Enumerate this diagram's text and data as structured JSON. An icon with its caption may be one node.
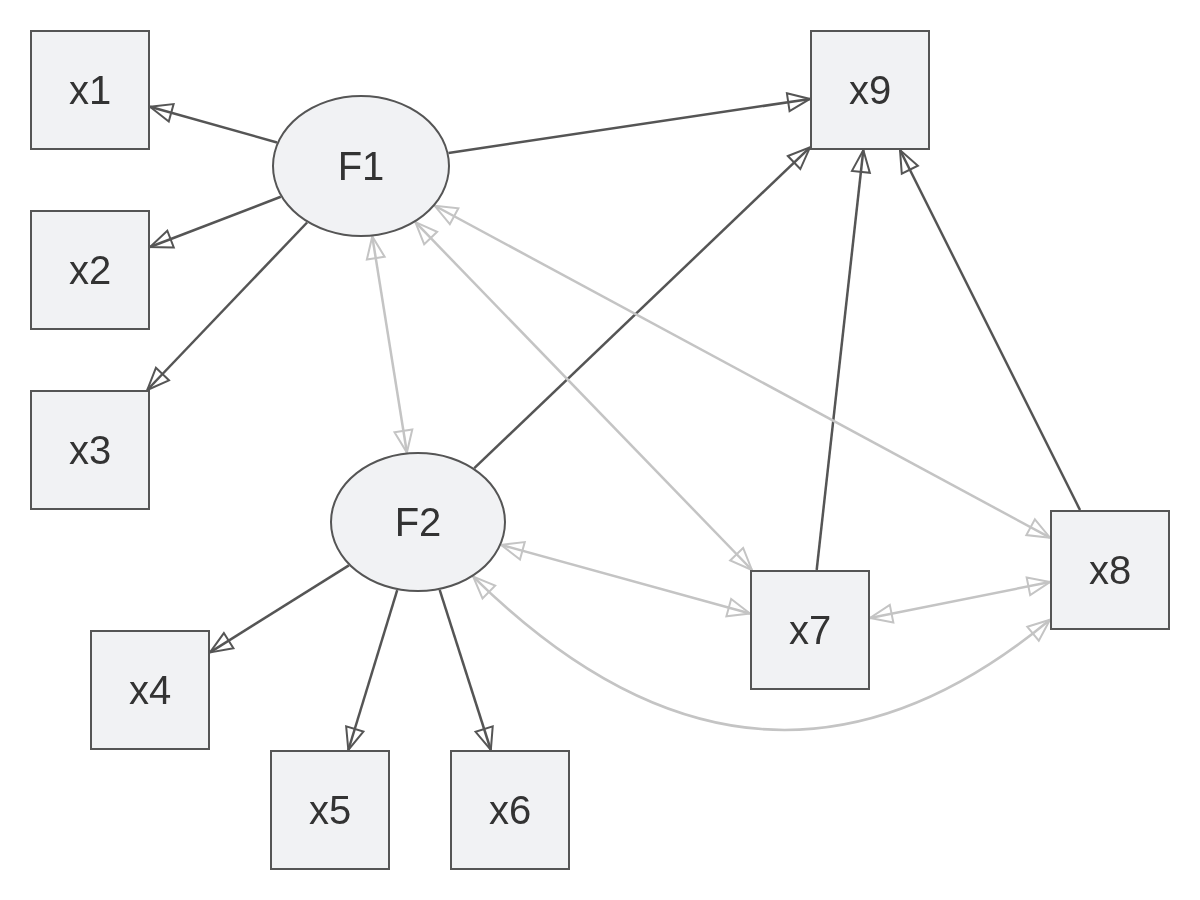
{
  "diagram": {
    "nodes": [
      {
        "text": [
          "x1"
        ]
      },
      {
        "text": [
          "F1"
        ]
      },
      {
        "text": [
          "x9"
        ]
      },
      {
        "text": [
          "x2"
        ]
      },
      {
        "text": [
          "x3"
        ]
      },
      {
        "text": [
          "F2"
        ]
      },
      {
        "text": [
          "x8"
        ]
      },
      {
        "text": [
          "x7"
        ]
      },
      {
        "text": [
          "x4"
        ]
      },
      {
        "text": [
          "x5"
        ]
      },
      {
        "text": [
          "x6"
        ]
      }
    ],
    "edges": [
      {
        "from": 1,
        "to": 0,
        "arrow": "to"
      },
      {
        "from": 1,
        "to": 3,
        "arrow": "to"
      },
      {
        "from": 1,
        "to": 4,
        "arrow": "to"
      },
      {
        "from": 1,
        "to": 2,
        "arrow": "to"
      },
      {
        "from": 5,
        "to": 2,
        "arrow": "to"
      },
      {
        "from": 7,
        "to": 2,
        "arrow": "to"
      },
      {
        "from": 6,
        "to": 2,
        "arrow": "to"
      },
      {
        "from": 5,
        "to": 8,
        "arrow": "to"
      },
      {
        "from": 5,
        "to": 9,
        "arrow": "to"
      },
      {
        "from": 5,
        "to": 10,
        "arrow": "to"
      },
      {
        "from": 1,
        "to": 5,
        "arrow": "both",
        "color": "#c4c4c4"
      },
      {
        "from": 1,
        "to": 7,
        "arrow": "both",
        "color": "#c4c4c4"
      },
      {
        "from": 1,
        "to": 6,
        "arrow": "both",
        "color": "#c4c4c4"
      },
      {
        "from": 5,
        "to": 7,
        "arrow": "both",
        "color": "#c4c4c4"
      },
      {
        "from": 7,
        "to": 6,
        "arrow": "both",
        "color": "#c4c4c4"
      },
      {
        "from": 5,
        "to": 6,
        "arrow": "both",
        "color": "#c4c4c4"
      }
    ]
  }
}
